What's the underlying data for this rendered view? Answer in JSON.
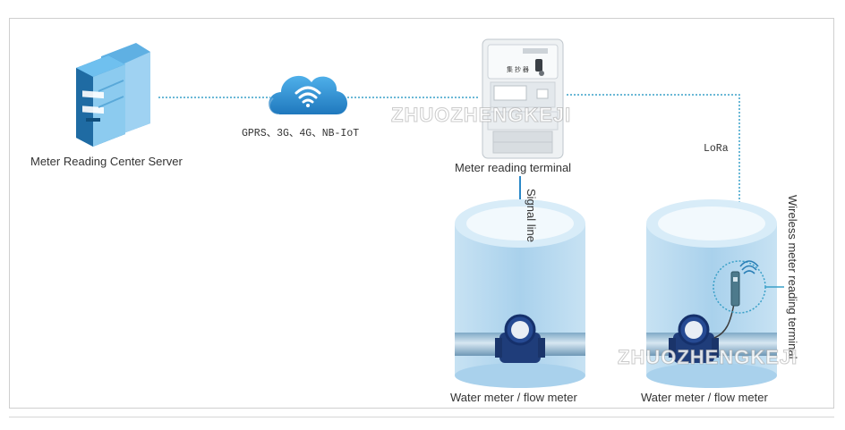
{
  "nodes": {
    "server_label": "Meter Reading Center Server",
    "network_label": "GPRS、3G、4G、NB-IoT",
    "terminal_label": "Meter reading terminal",
    "meter_left_label": "Water meter / flow meter",
    "meter_right_label": "Water meter / flow meter",
    "lora_label": "LoRa",
    "signal_line_label": "Signal line",
    "wireless_terminal_label": "Wireless meter reading terminal",
    "terminal_screen_text": "集 抄 器"
  },
  "watermark": "ZHUOZHENGKEJI",
  "colors": {
    "dotted_line": "#3aa0c8",
    "signal_line": "#2b88c8",
    "tank": "#b9d9ef",
    "server": "#2f86c3",
    "cloud": "#2a8fd0"
  }
}
